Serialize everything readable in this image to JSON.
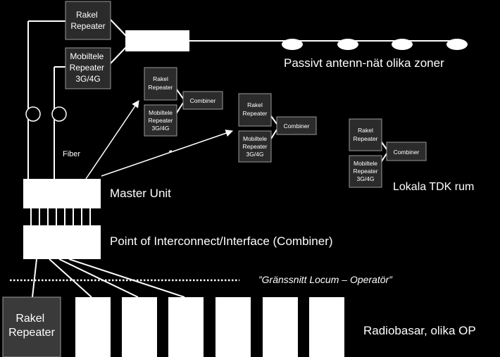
{
  "colors": {
    "background": "#000000",
    "foreground": "#ffffff",
    "unit_box": "#2b2b2b",
    "unit_border": "#9a9a9a"
  },
  "top_rakel": [
    "Rakel",
    "Repeater"
  ],
  "top_mobil": [
    "Mobiltele",
    "Repeater",
    "3G/4G"
  ],
  "antenna_label": "Passivt antenn-nät olika zoner",
  "fiber_label": "Fiber",
  "groups": [
    {
      "rakel": [
        "Rakel",
        "Repeater"
      ],
      "mobil": [
        "Mobiltele",
        "Repeater",
        "3G/4G"
      ],
      "combiner": "Combiner"
    },
    {
      "rakel": [
        "Rakel",
        "Repeater"
      ],
      "mobil": [
        "Mobiltele",
        "Repeater",
        "3G/4G"
      ],
      "combiner": "Combiner"
    },
    {
      "rakel": [
        "Rakel",
        "Repeater"
      ],
      "mobil": [
        "Mobiltele",
        "Repeater",
        "3G/4G"
      ],
      "combiner": "Combiner"
    }
  ],
  "lokala_label": "Lokala TDK rum",
  "master_label": "Master Unit",
  "poi_label": "Point of Interconnect/Interface (Combiner)",
  "interface_label": "”Gränssnitt Locum – Operatör”",
  "bottom_rakel": [
    "Rakel",
    "Repeater"
  ],
  "radiobasar_label": "Radiobasar, olika OP"
}
